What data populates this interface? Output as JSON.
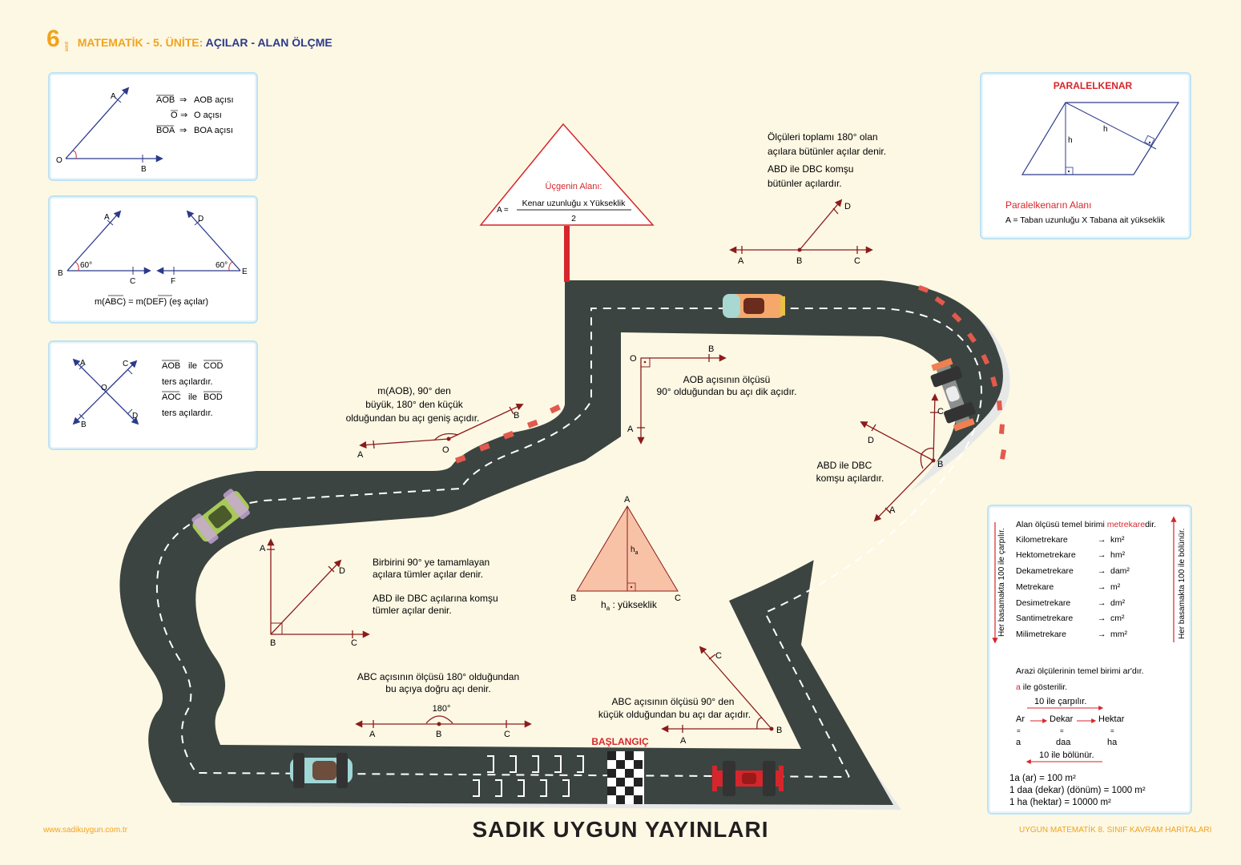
{
  "header": {
    "grade": "6",
    "grade_sub": "sınıf",
    "title_part1": "MATEMATİK - 5. ÜNİTE:",
    "title_part2": "AÇILAR - ALAN ÖLÇME"
  },
  "card1": {
    "label_a": "A",
    "label_o": "O",
    "label_b": "B",
    "rows": [
      {
        "sym": "AOB",
        "arrow": "⇒",
        "text": "AOB açısı"
      },
      {
        "sym": "O",
        "arrow": "⇒",
        "text": "O açısı"
      },
      {
        "sym": "BOA",
        "arrow": "⇒",
        "text": "BOA açısı"
      }
    ]
  },
  "card2": {
    "a": "A",
    "b": "B",
    "c": "C",
    "d": "D",
    "e": "E",
    "f": "F",
    "angle1": "60°",
    "angle2": "60°",
    "eq_text": "m(ABC) = m(DEF)  (eş açılar)"
  },
  "card3": {
    "a": "A",
    "b": "B",
    "c": "C",
    "d": "D",
    "o": "O",
    "sym1": "AOB",
    "ile1": "ile",
    "sym2": "COD",
    "line1": "ters açılardır.",
    "sym3": "AOC",
    "ile2": "ile",
    "sym4": "BOD",
    "line2": "ters açılardır."
  },
  "triangle_sign": {
    "title": "Üçgenin Alanı:",
    "a_eq": "A =",
    "numerator": "Kenar  uzunluğu x Yükseklik",
    "denominator": "2"
  },
  "supplementary": {
    "line1": "Ölçüleri toplamı 180° olan",
    "line2": "açılara bütünler açılar denir.",
    "line3": "ABD ile DBC komşu",
    "line4": "bütünler açılardır.",
    "a": "A",
    "b": "B",
    "c": "C",
    "d": "D"
  },
  "parallelogram": {
    "title": "PARALELKENAR",
    "h1": "h",
    "h2": "h",
    "area_title": "Paralelkenarın Alanı",
    "area_formula": "A = Taban uzunluğu X Tabana ait yükseklik"
  },
  "obtuse": {
    "line1": "m(AOB), 90° den",
    "line2": "büyük, 180° den küçük",
    "line3": "olduğundan bu açı geniş açıdır.",
    "a": "A",
    "o": "O",
    "b": "B"
  },
  "right_angle": {
    "o": "O",
    "b": "B",
    "a": "A",
    "line1": "AOB açısının ölçüsü",
    "line2": "90° olduğundan bu açı dik açıdır."
  },
  "adjacent": {
    "c": "C",
    "d": "D",
    "b": "B",
    "a": "A",
    "line1": "ABD ile DBC",
    "line2": "komşu açılardır."
  },
  "area_units": {
    "title_pre": "Alan ölçüsü temel birimi ",
    "title_hl": "metrekare",
    "title_post": "dir.",
    "left_side": "Her basamakta 100 ile çarpılır.",
    "right_side": "Her basamakta 100 ile bölünür.",
    "units": [
      {
        "name": "Kilometrekare",
        "sym": "km²"
      },
      {
        "name": "Hektometrekare",
        "sym": "hm²"
      },
      {
        "name": "Dekametrekare",
        "sym": "dam²"
      },
      {
        "name": "Metrekare",
        "sym": "m²"
      },
      {
        "name": "Desimetrekare",
        "sym": "dm²"
      },
      {
        "name": "Santimetrekare",
        "sym": "cm²"
      },
      {
        "name": "Milimetrekare",
        "sym": "mm²"
      }
    ],
    "arrow": "→",
    "land_line1": "Arazi ölçülerinin temel birimi ar'dır.",
    "land_line2_hl": "a",
    "land_line2": " ile gösterilir.",
    "mult": "10  ile çarpılır.",
    "ar": "Ar",
    "dekar": "Dekar",
    "hektar": "Hektar",
    "eq": "=",
    "a": "a",
    "daa": "daa",
    "ha": "ha",
    "div": "10  ile bölünür.",
    "eq1": "1a (ar) = 100 m²",
    "eq2": "1 daa (dekar) (dönüm) = 1000 m²",
    "eq3": "1 ha (hektar) = 10000 m²"
  },
  "center_triangle": {
    "a": "A",
    "b": "B",
    "c": "C",
    "h": "h",
    "h_sub": "a",
    "caption_sub": "a",
    "caption": " : yükseklik"
  },
  "complementary": {
    "a": "A",
    "d": "D",
    "b": "B",
    "c": "C",
    "line1": "Birbirini 90° ye tamamlayan",
    "line2": "açılara tümler açılar denir.",
    "line3": "ABD ile DBC açılarına komşu",
    "line4": "tümler açılar denir."
  },
  "straight": {
    "line1": "ABC açısının ölçüsü 180° olduğundan",
    "line2": "bu açıya doğru açı denir.",
    "deg": "180°",
    "a": "A",
    "b": "B",
    "c": "C"
  },
  "acute": {
    "c": "C",
    "b": "B",
    "a": "A",
    "line1": "ABC açısının ölçüsü 90° den",
    "line2": "küçük olduğundan bu açı dar açıdır."
  },
  "start": "BAŞLANGIÇ",
  "footer": {
    "url": "www.sadikuygun.com.tr",
    "brand": "SADIK  UYGUN  YAYINLARI",
    "series": "UYGUN MATEMATİK 8. SINIF KAVRAM HARİTALARI"
  },
  "colors": {
    "bg": "#fdf8e4",
    "orange": "#f3a21d",
    "navy": "#2c3a8a",
    "red": "#d6262b",
    "road": "#3b4440",
    "dark_red": "#8b1c1c",
    "card_border": "#bfe3f2"
  }
}
